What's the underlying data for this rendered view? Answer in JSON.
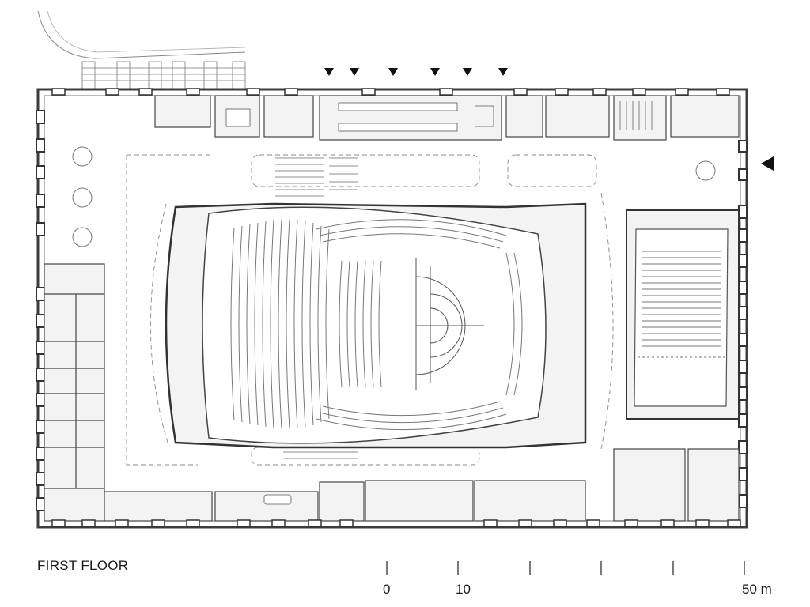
{
  "drawing": {
    "floor_label": "FIRST FLOOR",
    "line_color": "#4a4a4a",
    "fill_color": "#f3f3f3",
    "wall_color": "#3c3c3c",
    "entrance_arrows": 7
  },
  "scale_bar": {
    "labels": [
      "0",
      "10",
      "50 m"
    ],
    "tick_count": 6
  }
}
